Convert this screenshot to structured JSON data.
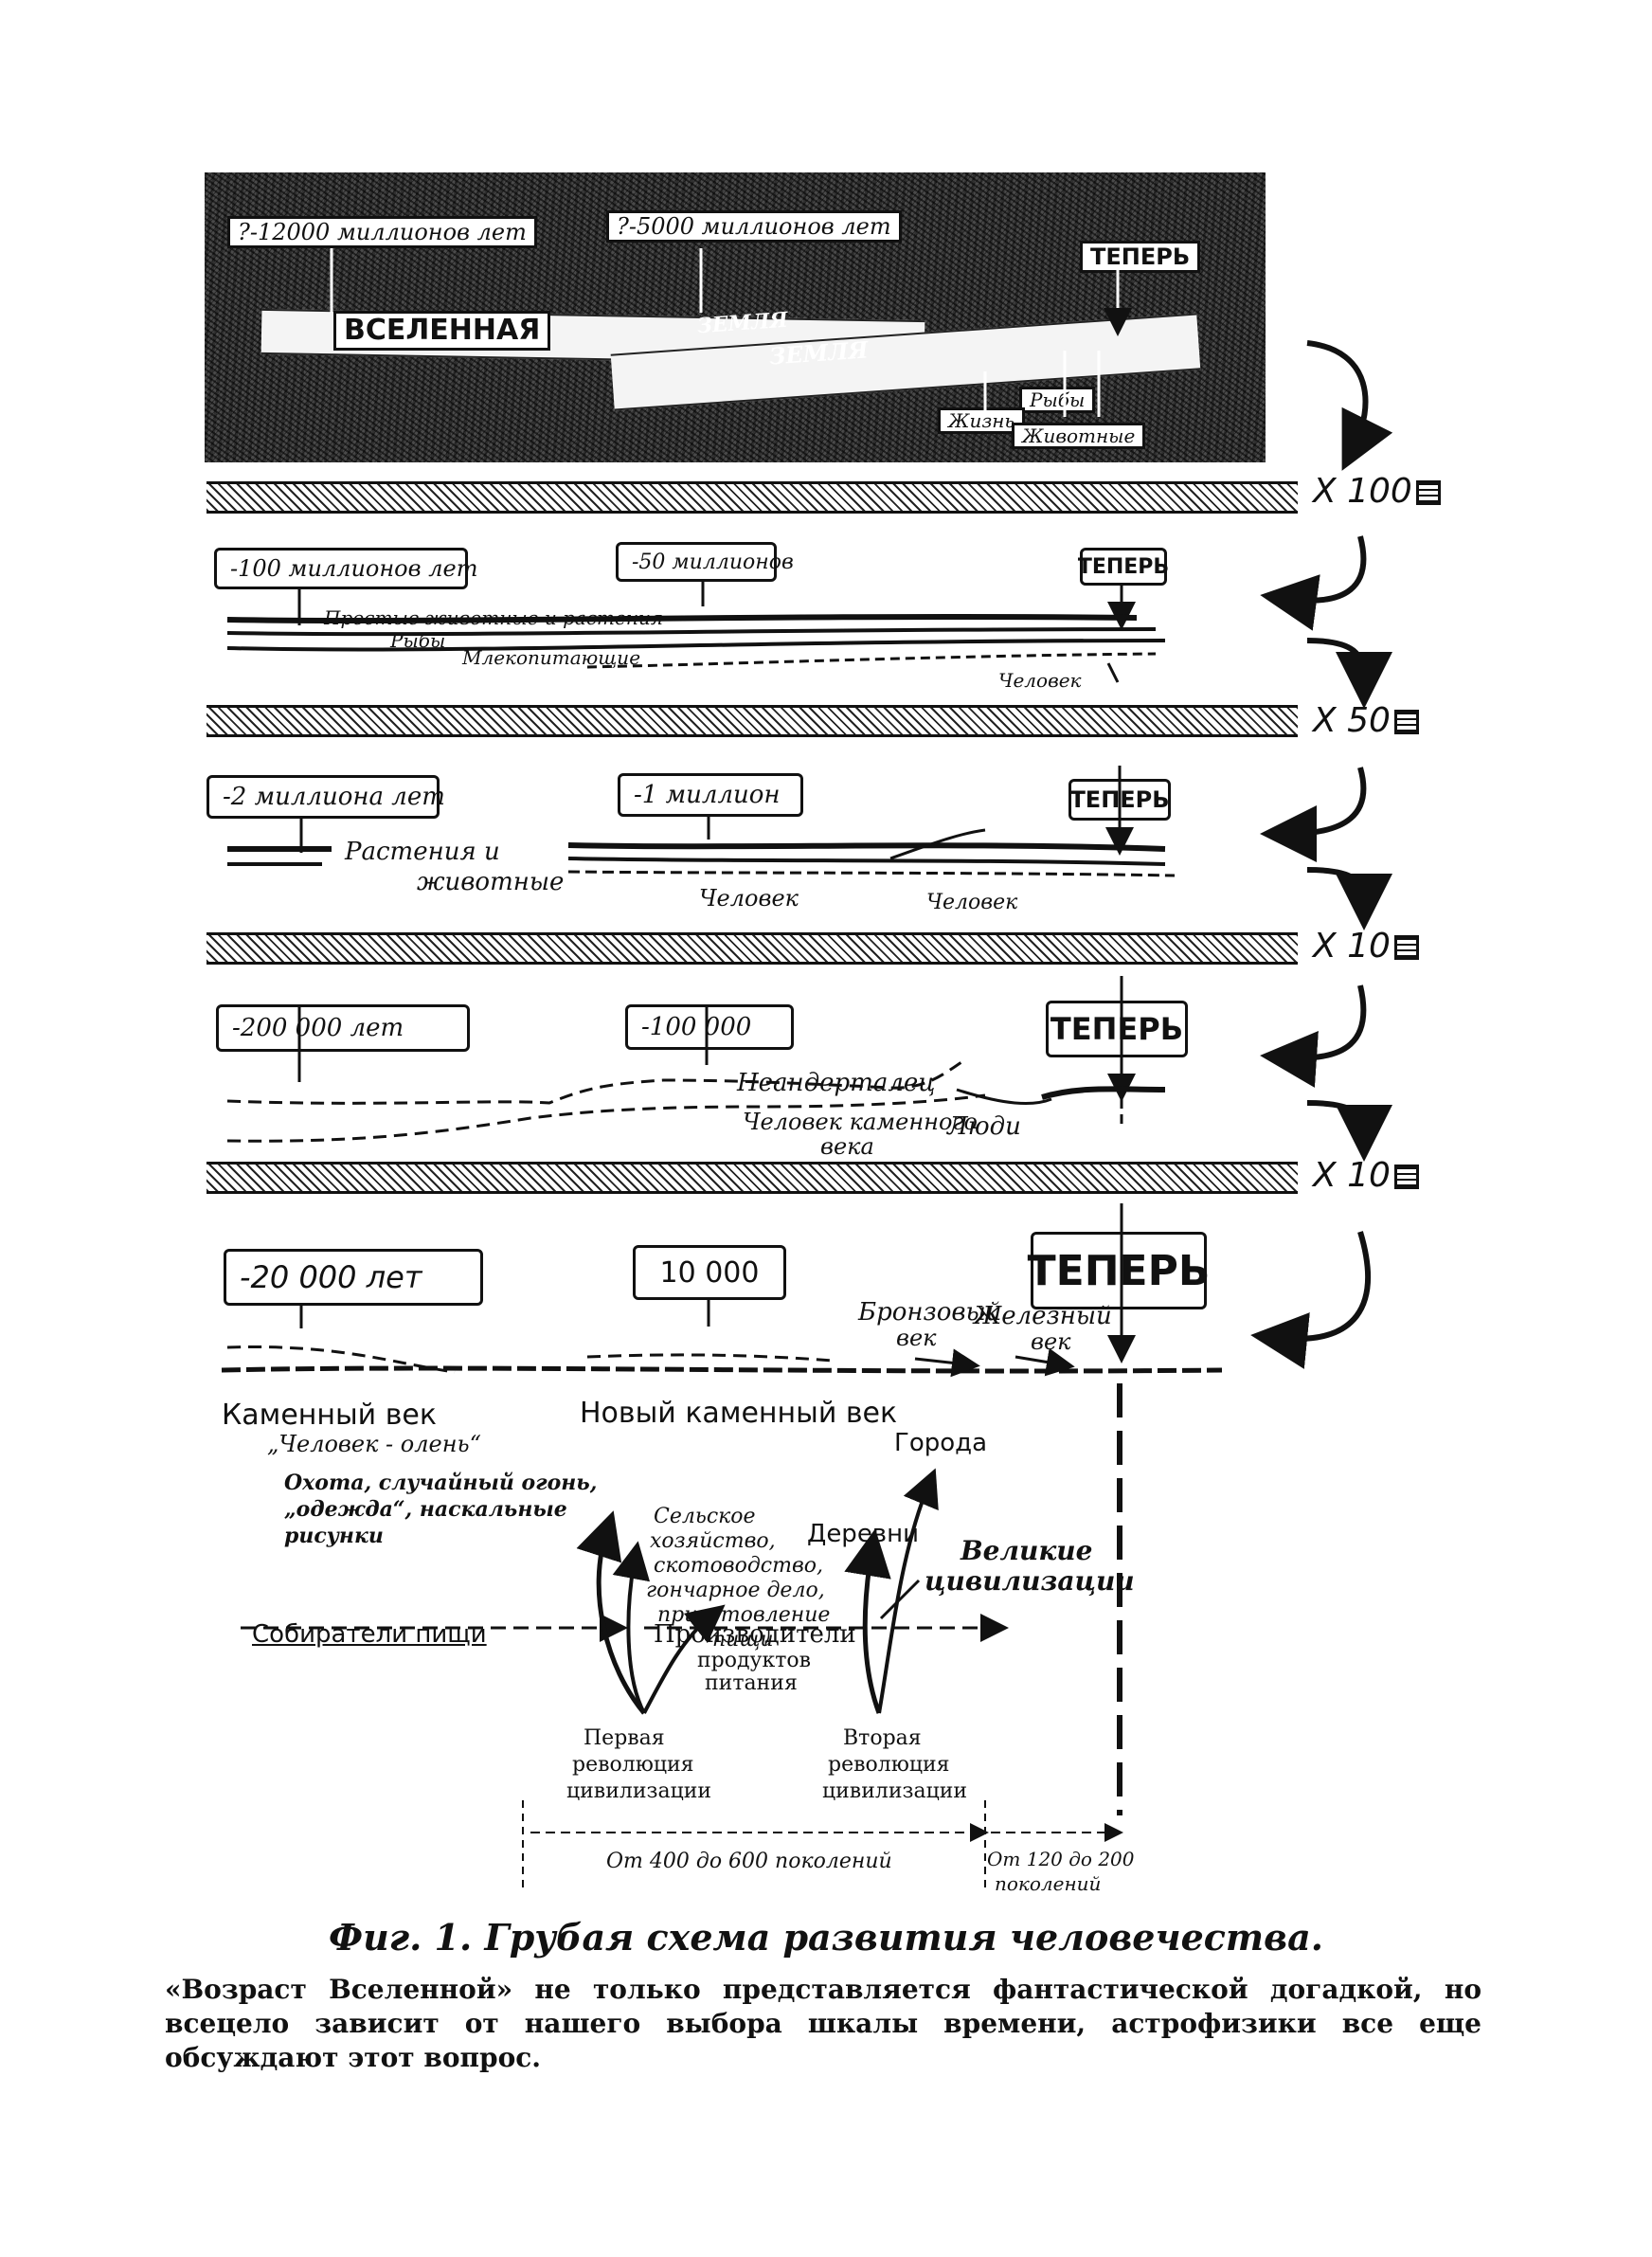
{
  "panels": [
    {
      "boxes": [
        "?-12000 миллионов лет",
        "?-5000 миллионов лет",
        "ТЕПЕРЬ"
      ],
      "labels": [
        "ВСЕЛЕННАЯ",
        "ЗЕМЛЯ",
        "ЗЕМЛЯ",
        "Рыбы",
        "Жизнь",
        "Животные"
      ]
    },
    {
      "boxes": [
        "-100 миллионов лет",
        "-50 миллионов",
        "ТЕПЕРЬ"
      ],
      "labels": [
        "Простые животные и растения",
        "Рыбы",
        "Млекопитающие",
        "Человек"
      ]
    },
    {
      "boxes": [
        "-2 миллиона лет",
        "-1 миллион",
        "ТЕПЕРЬ"
      ],
      "labels": [
        "Растения и",
        "животные",
        "Человек",
        "Человек"
      ]
    },
    {
      "boxes": [
        "-200 000 лет",
        "-100 000",
        "ТЕПЕРЬ"
      ],
      "labels": [
        "Неандерталец",
        "Человек каменного",
        "века",
        "Люди"
      ]
    },
    {
      "boxes": [
        "-20 000 лет",
        "10 000",
        "ТЕПЕРЬ"
      ],
      "labels": [
        "Бронзовый",
        "век",
        "Железный",
        "век"
      ]
    }
  ],
  "scales": [
    "X 100",
    "X 50",
    "X 10",
    "X 10"
  ],
  "bottom": {
    "stone_age": "Каменный век",
    "new_stone_age": "Новый каменный век",
    "reindeer_man": "„Человек - олень“",
    "stone_notes": [
      "Охота, случайный огонь,",
      "„одежда“, наскальные",
      "рисунки"
    ],
    "agriculture": [
      "Сельское",
      "хозяйство,",
      "скотоводство,",
      "гончарное дело,",
      "приготовление",
      "пищи"
    ],
    "villages": "Деревни",
    "cities": "Города",
    "great_civ": [
      "Великие",
      "цивилизации"
    ],
    "gatherers": "Собиратели пищи",
    "producers": [
      "Производители",
      "продуктов",
      "питания"
    ],
    "first_rev": [
      "Первая",
      "революция",
      "цивилизации"
    ],
    "second_rev": [
      "Вторая",
      "революция",
      "цивилизации"
    ],
    "gen_a": "От 400 до 600 поколений",
    "gen_b": [
      "От 120 до 200",
      "поколений"
    ]
  },
  "caption": "Фиг. 1. Грубая схема развития человечества.",
  "footnote": "«Возраст Вселенной» не только представляется фантастической догадкой, но всецело зависит от нашего выбора шкалы времени, астрофизики все еще обсуждают этот вопрос."
}
